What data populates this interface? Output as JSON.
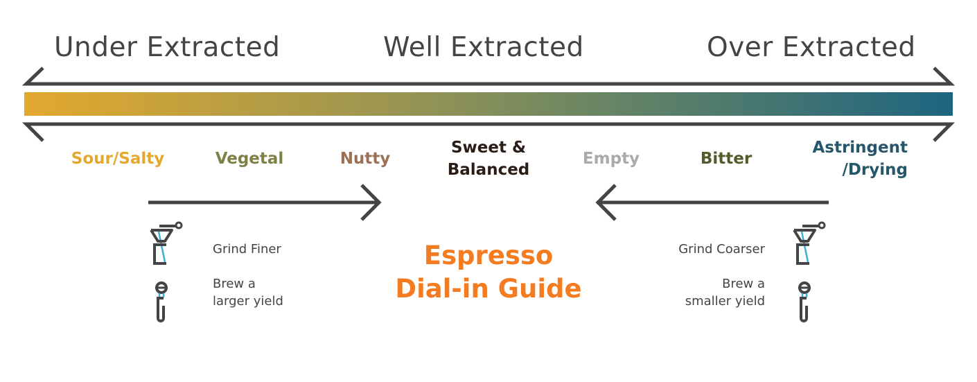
{
  "scale": {
    "labels": {
      "under": "Under Extracted",
      "well": "Well Extracted",
      "over": "Over Extracted"
    },
    "gradient_colors": [
      "#E3A92E",
      "#9A9552",
      "#6D8763",
      "#1E6580"
    ]
  },
  "tastes": [
    {
      "label": "Sour/Salty",
      "color": "#E3A92E"
    },
    {
      "label": "Vegetal",
      "color": "#7E8145"
    },
    {
      "label": "Nutty",
      "color": "#9B7054"
    },
    {
      "label": "Sweet &",
      "label2": "Balanced",
      "color": "#2B1C16"
    },
    {
      "label": "Empty",
      "color": "#AAAAAA"
    },
    {
      "label": "Bitter",
      "color": "#545A2A"
    },
    {
      "label": "Astringent",
      "label2": "/Drying",
      "color": "#26566A"
    }
  ],
  "left_advice": {
    "grind": "Grind Finer",
    "yield1": "Brew a",
    "yield2": "larger yield"
  },
  "right_advice": {
    "grind": "Grind Coarser",
    "yield1": "Brew a",
    "yield2": "smaller yield"
  },
  "title": {
    "line1": "Espresso",
    "line2": "Dial-in Guide",
    "color": "#F47B20"
  }
}
